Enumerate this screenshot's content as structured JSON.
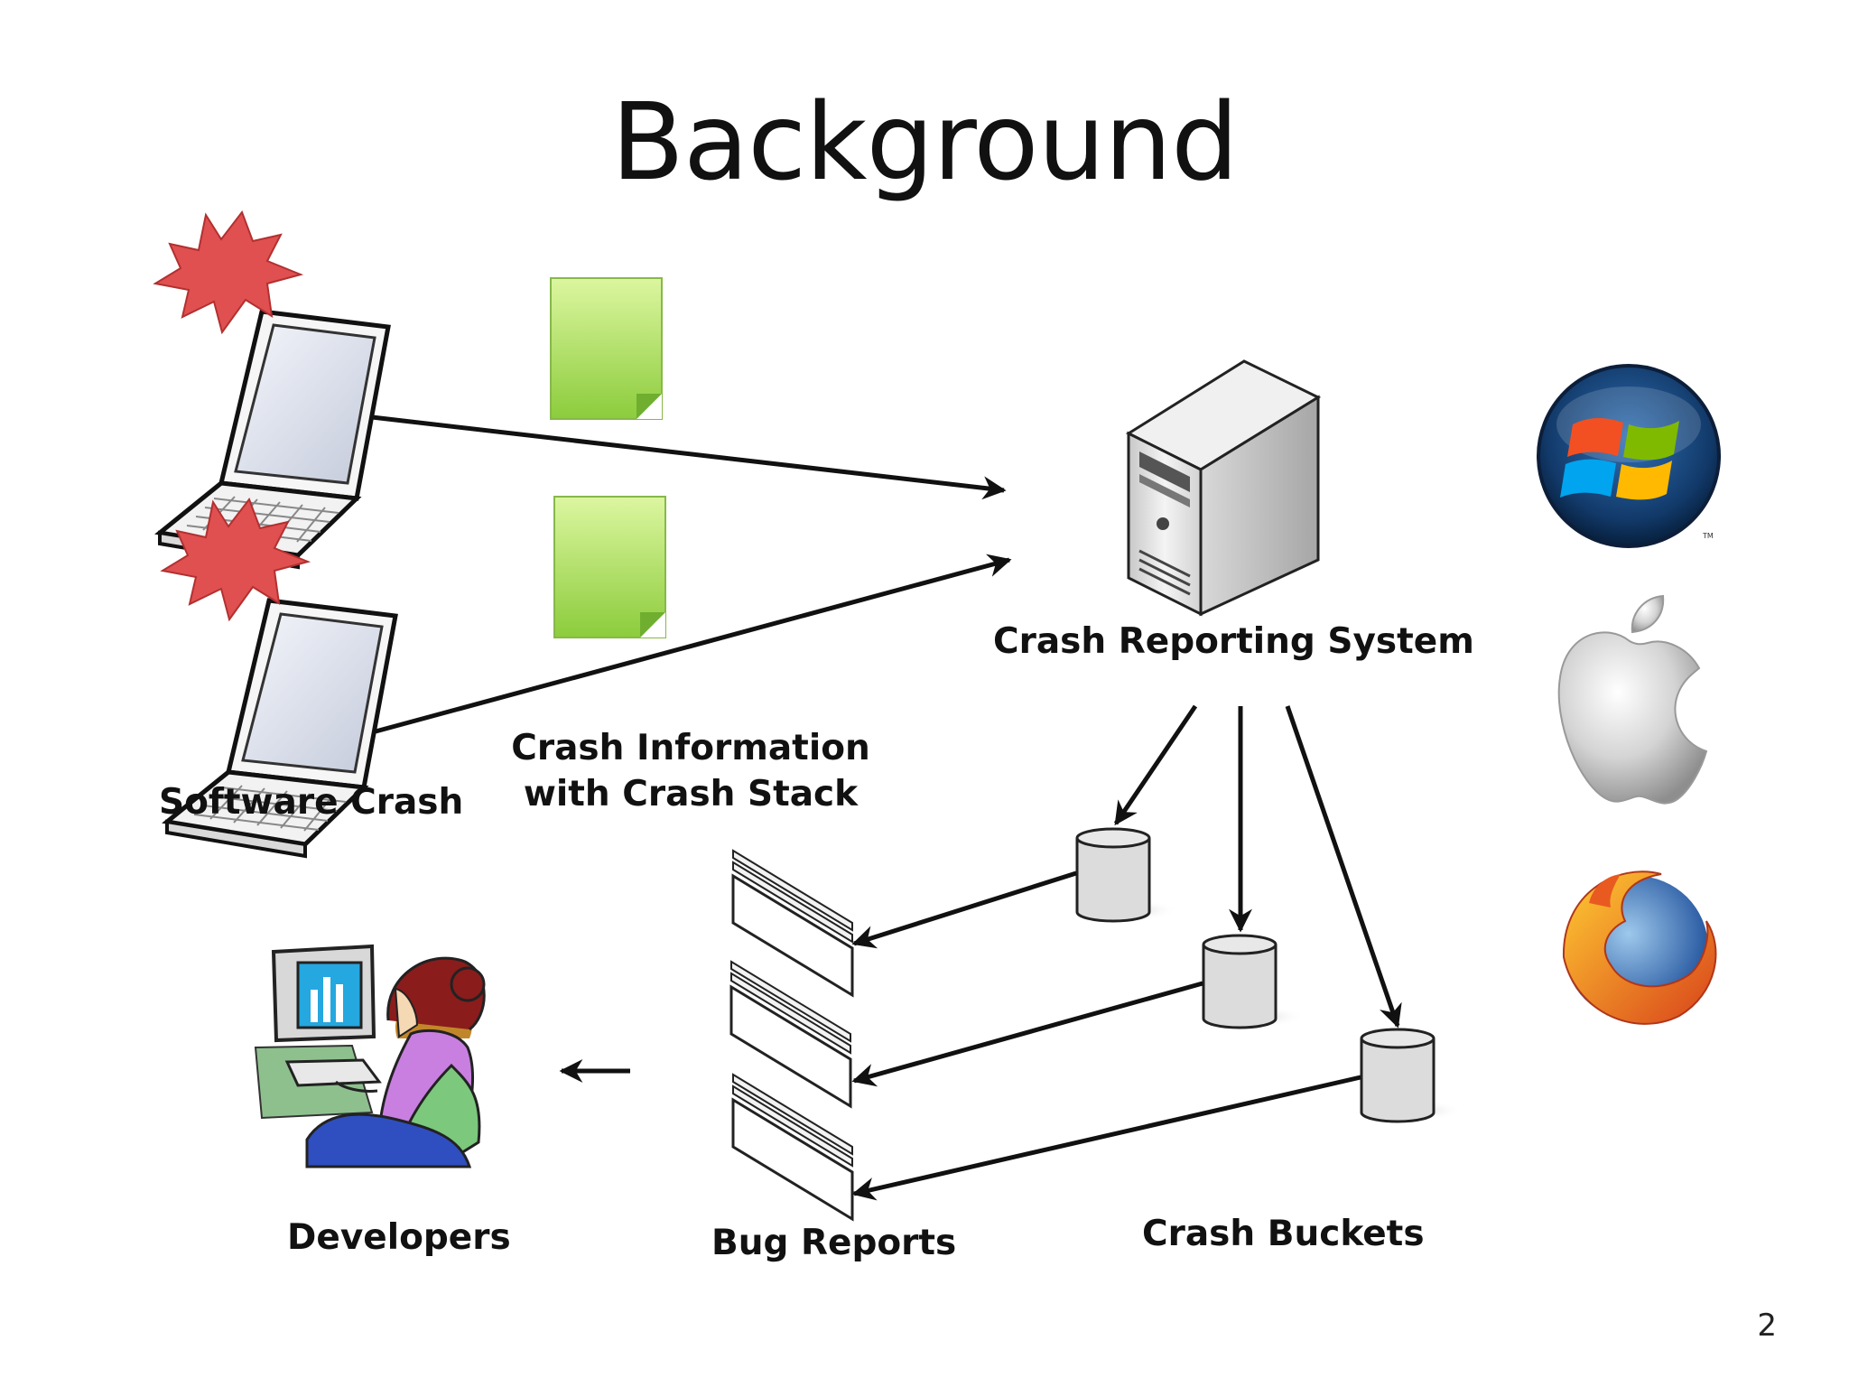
{
  "slide": {
    "title": "Background",
    "page_number": "2"
  },
  "labels": {
    "software_crash": "Software Crash",
    "crash_information_line1": "Crash Information",
    "crash_information_line2": "with Crash Stack",
    "crash_reporting_system": "Crash Reporting System",
    "developers": "Developers",
    "bug_reports": "Bug Reports",
    "crash_buckets": "Crash Buckets"
  },
  "logos": [
    "windows-logo",
    "apple-logo",
    "firefox-logo"
  ],
  "colors": {
    "crash_burst": "#e05050",
    "document_green": "#a8dc5a",
    "arrow": "#111111"
  }
}
